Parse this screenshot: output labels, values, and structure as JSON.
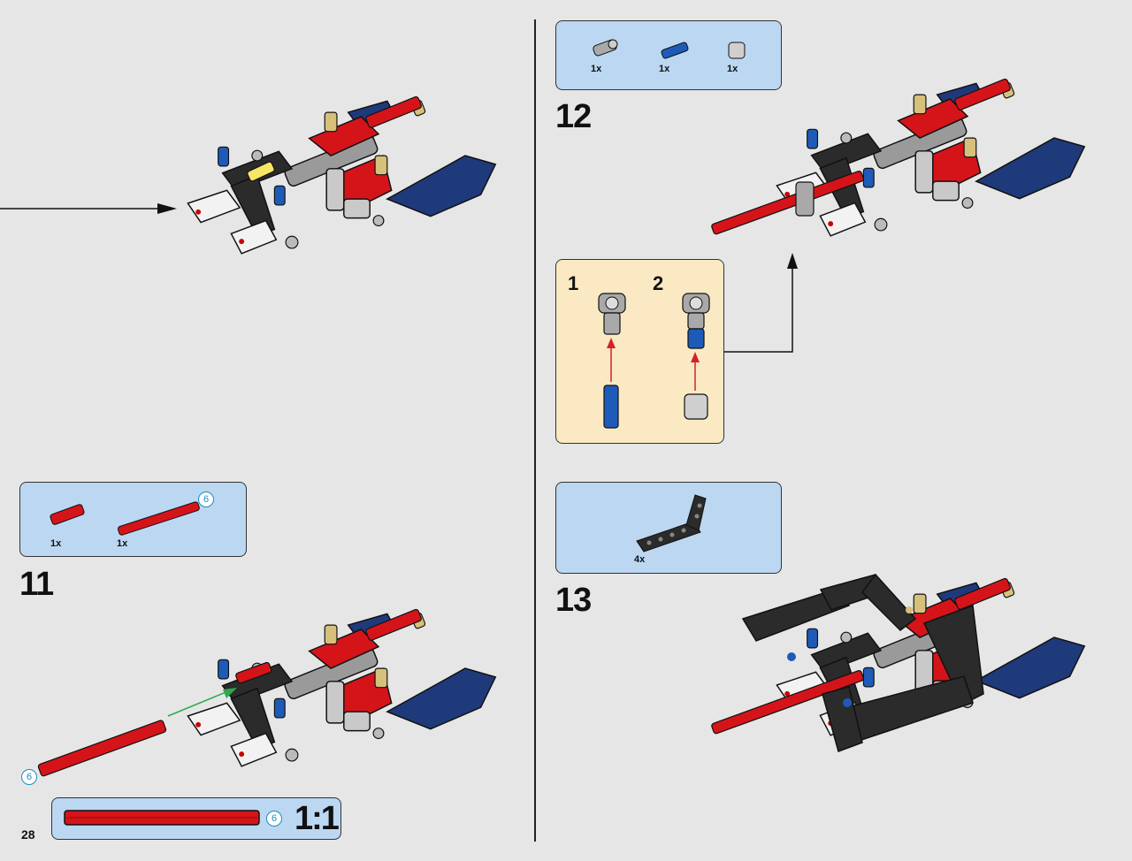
{
  "page": {
    "number": "28"
  },
  "step_11": {
    "number": "11",
    "parts": [
      {
        "name": "red-axle-2",
        "qty": "1x"
      },
      {
        "name": "red-axle-6",
        "qty": "1x",
        "length": "6"
      }
    ],
    "axle_length_badge": "6"
  },
  "step_12": {
    "number": "12",
    "parts": [
      {
        "name": "gray-axle-connector",
        "qty": "1x"
      },
      {
        "name": "blue-pin",
        "qty": "1x"
      },
      {
        "name": "gray-bush",
        "qty": "1x"
      }
    ],
    "subassembly": {
      "steps": [
        "1",
        "2"
      ]
    }
  },
  "step_13": {
    "number": "13",
    "parts": [
      {
        "name": "black-l-beam",
        "qty": "4x"
      }
    ]
  },
  "scale_guide": {
    "length_badge": "6",
    "scale": "1:1"
  },
  "colors": {
    "background": "#e6e6e6",
    "parts_box": "#bcd7f1",
    "callout_box": "#fbe9c4",
    "lego_red": "#d5141a",
    "lego_blue": "#1e5bb8",
    "lego_dark_blue": "#1f3a7a",
    "lego_black": "#2b2b2b",
    "lego_gray": "#a9a9a9",
    "lego_tan": "#d6c07a",
    "arrow_red": "#d2232a",
    "arrow_green": "#2fa84f",
    "badge_blue": "#1a8fbf"
  }
}
